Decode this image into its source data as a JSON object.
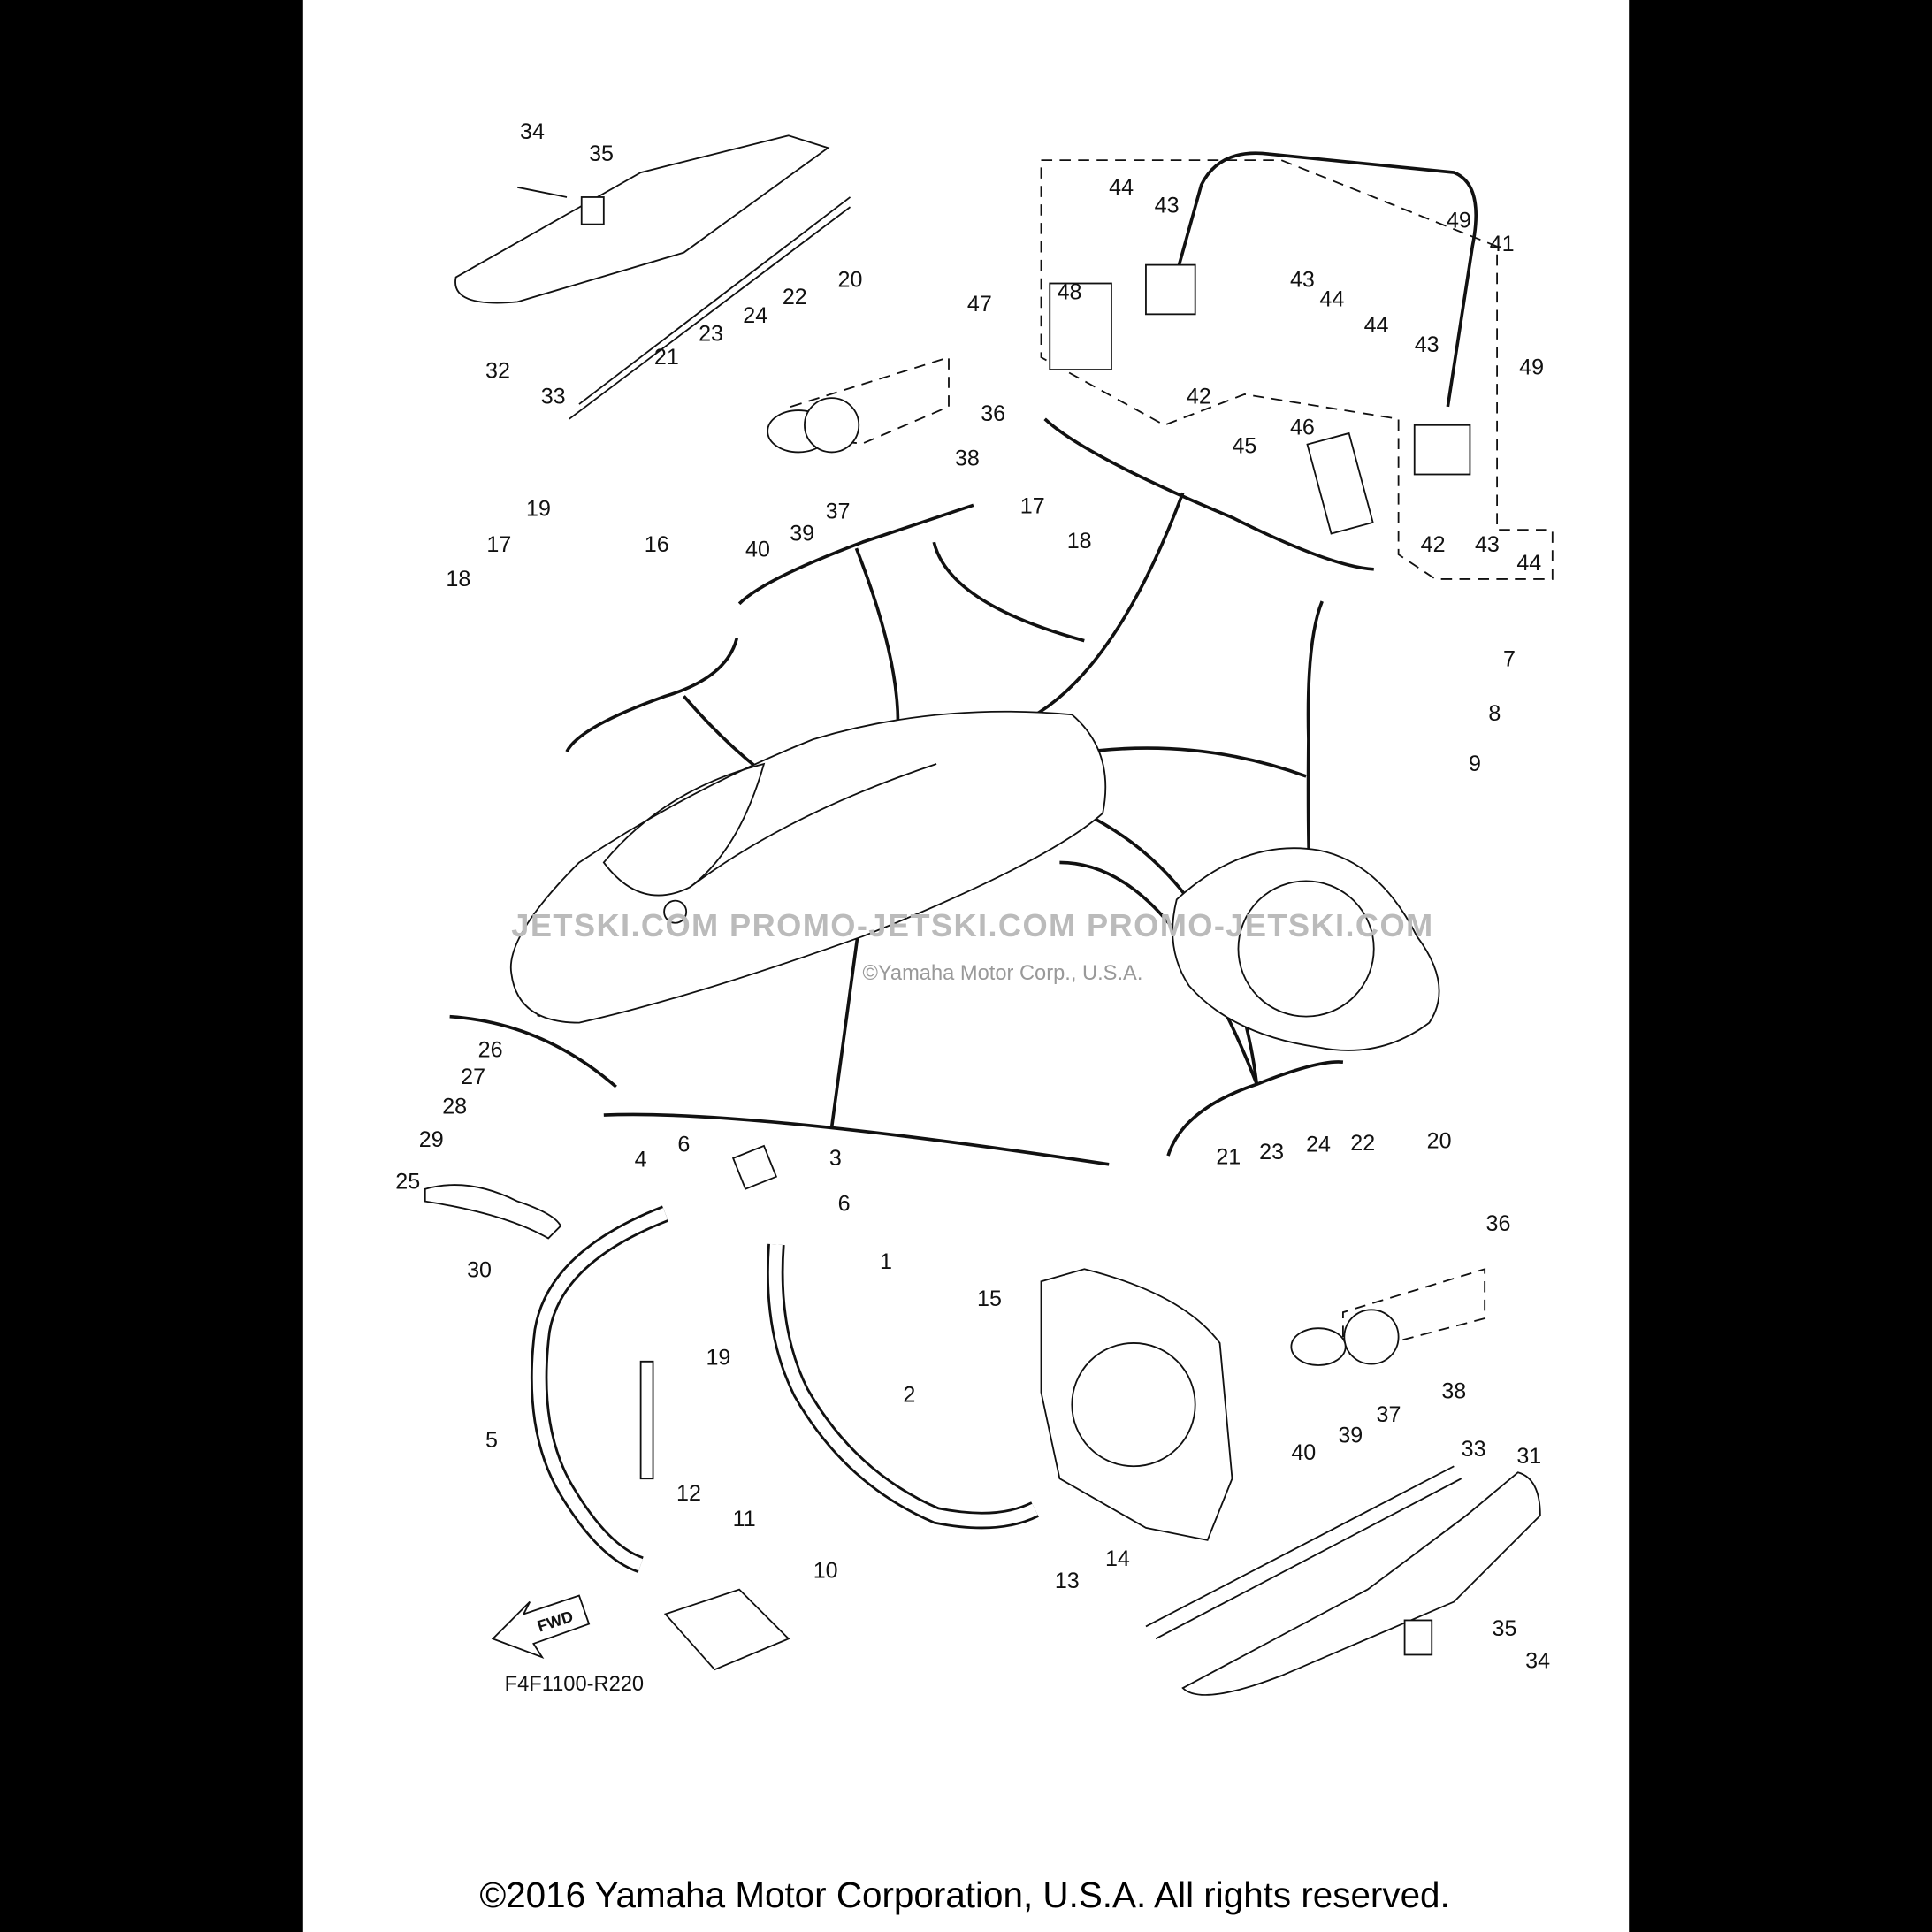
{
  "diagram": {
    "drawing_code": "F4F1100-R220",
    "fwd_label": "FWD",
    "watermark": "JETSKI.COM   PROMO-JETSKI.COM   PROMO-JETSKI.COM",
    "watermark_overlay": "©Yamaha Motor Corp., U.S.A.",
    "copyright": "©2016 Yamaha Motor Corporation, U.S.A. All rights reserved.",
    "callouts": [
      "34",
      "35",
      "32",
      "33",
      "21",
      "23",
      "24",
      "22",
      "20",
      "36",
      "37",
      "38",
      "40",
      "39",
      "19",
      "17",
      "18",
      "16",
      "17",
      "18",
      "44",
      "43",
      "49",
      "41",
      "48",
      "47",
      "43",
      "44",
      "44",
      "43",
      "42",
      "49",
      "46",
      "45",
      "42",
      "43",
      "44",
      "7",
      "8",
      "9",
      "26",
      "27",
      "28",
      "29",
      "25",
      "30",
      "4",
      "6",
      "3",
      "6",
      "1",
      "15",
      "2",
      "5",
      "19",
      "12",
      "11",
      "10",
      "13",
      "14",
      "21",
      "23",
      "24",
      "22",
      "20",
      "36",
      "37",
      "38",
      "40",
      "39",
      "33",
      "31",
      "35",
      "34"
    ]
  }
}
